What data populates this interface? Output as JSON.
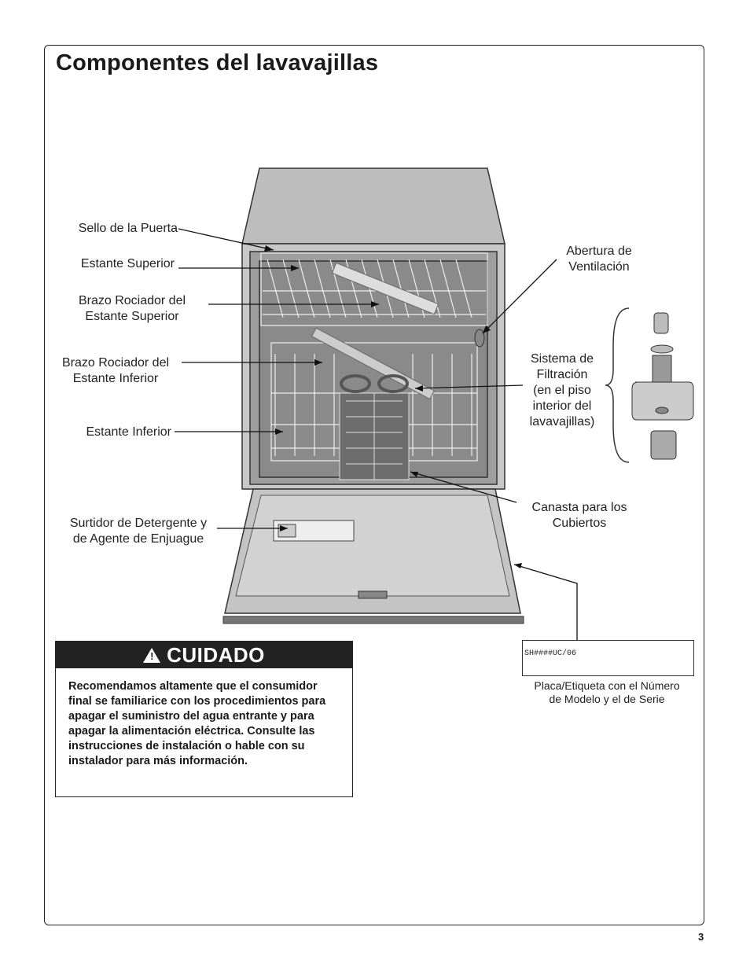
{
  "page": {
    "title": "Componentes del lavavajillas",
    "page_number": "3"
  },
  "labels": {
    "door_seal": "Sello de la Puerta",
    "upper_rack": "Estante Superior",
    "upper_spray_arm_1": "Brazo Rociador del",
    "upper_spray_arm_2": "Estante Superior",
    "lower_spray_arm_1": "Brazo Rociador del",
    "lower_spray_arm_2": "Estante Inferior",
    "lower_rack": "Estante Inferior",
    "dispenser_1": "Surtidor de Detergente y",
    "dispenser_2": "de Agente de Enjuague",
    "vent_1": "Abertura de",
    "vent_2": "Ventilación",
    "filter_1": "Sistema de",
    "filter_2": "Filtración",
    "filter_3": "(en el piso",
    "filter_4": "interior del",
    "filter_5": "lavavajillas)",
    "basket_1": "Canasta para los",
    "basket_2": "Cubiertos"
  },
  "caution": {
    "heading": "CUIDADO",
    "icon": "warning-triangle-icon",
    "text": "Recomendamos altamente que el consumidor final se familiarice con los procedimientos para apagar el suministro del agua entrante y para apagar la alimentación eléctrica. Consulte las instrucciones de instalación o hable con su instalador para más información."
  },
  "rating_plate": {
    "model_text": "SH####UC/06",
    "caption_1": "Placa/Etiqueta con el Número",
    "caption_2": "de Modelo y el de Serie"
  }
}
